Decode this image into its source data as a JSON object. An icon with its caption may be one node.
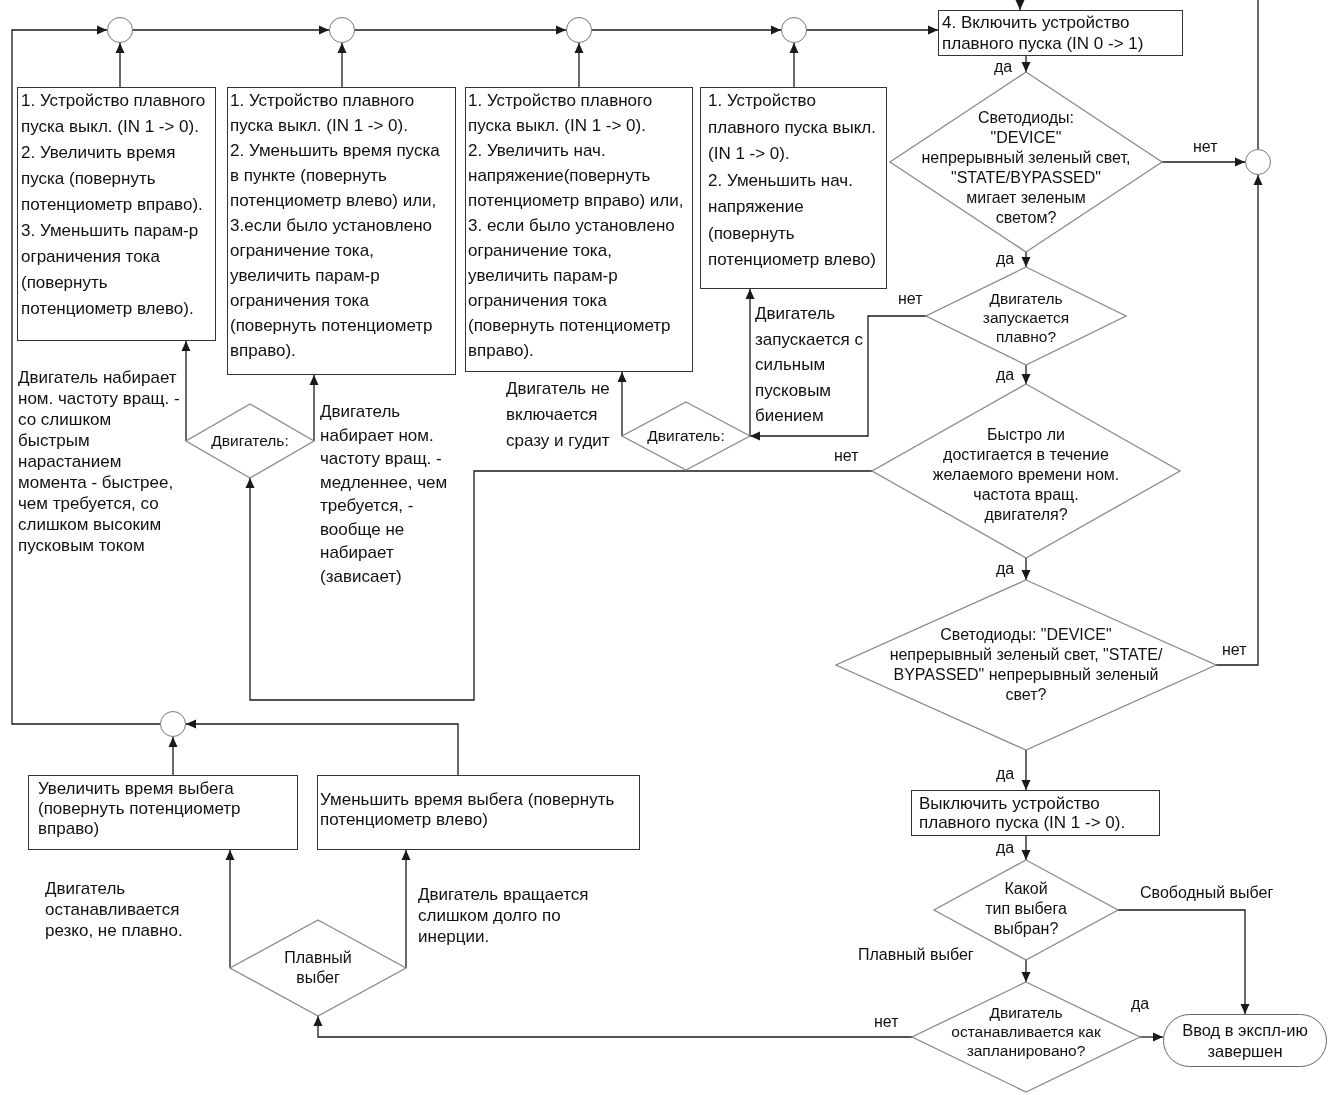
{
  "diagram": {
    "nodes": [
      {
        "text": [],
        "shape": "circle"
      },
      {
        "text": [],
        "shape": "circle"
      },
      {
        "text": [],
        "shape": "circle"
      },
      {
        "text": [],
        "shape": "circle"
      },
      {
        "text": [
          "4. Включить устройство плавного пуска (IN 0 -> 1)"
        ]
      },
      {
        "text": [
          "1. Устройство плавного пуска выкл. (IN 1 -> 0).",
          "2. Увеличить время пуска (повернуть потенциометр вправо).",
          "3. Уменьшить парам-р ограничения тока (повернуть потенциометр влево)."
        ]
      },
      {
        "text": [
          "1. Устройство плавного пуска выкл. (IN 1 -> 0).",
          "2. Уменьшить время пуска в пункте (повернуть потенциометр влево) или,",
          "3.если было установлено ограничение тока, увеличить парам-р ограничения тока (повернуть потенциометр вправо)."
        ]
      },
      {
        "text": [
          "1. Устройство плавного пуска выкл. (IN 1 -> 0).",
          "2. Увеличить нач. напряжение(повернуть потенциометр вправо) или,",
          "3. если было установлено ограничение тока, увеличить парам-р ограничения тока (повернуть потенциометр вправо)."
        ]
      },
      {
        "text": [
          "1. Устройство плавного пуска выкл. (IN 1 -> 0).",
          "2. Уменьшить нач. напряжение (повернуть потенциометр влево)"
        ]
      },
      {
        "text": [
          "Светодиоды: \"DEVICE\" непрерывный зеленый свет, \"STATE/BYPASSED\" мигает зеленым светом?"
        ]
      },
      {
        "text": [],
        "shape": "circle"
      },
      {
        "text": [
          "Двигатель запускается плавно?"
        ]
      },
      {
        "text": [
          "Двигатель:"
        ]
      },
      {
        "text": [
          "Двигатель:"
        ]
      },
      {
        "text": [
          "Быстро ли достигается в течение желаемого времени ном. частота вращ. двигателя?"
        ]
      },
      {
        "text": [
          "Светодиоды: \"DEVICE\" непрерывный зеленый свет, \"STATE/ BYPASSED\" непрерывный зеленый свет?"
        ]
      },
      {
        "text": [],
        "shape": "circle"
      },
      {
        "text": [
          "Увеличить время выбега (повернуть потенциометр вправо)"
        ]
      },
      {
        "text": [
          "Уменьшить время выбега (повернуть потенциометр влево)"
        ]
      },
      {
        "text": [
          "Выключить устройство плавного пуска (IN 1 -> 0)."
        ]
      },
      {
        "text": [
          "Какой тип выбега выбран?"
        ]
      },
      {
        "text": [
          "Плавный выбег"
        ]
      },
      {
        "text": [
          "Двигатель останавливается как запланировано?"
        ]
      },
      {
        "text": [
          "Ввод в экспл-ию завершен"
        ]
      }
    ],
    "edges": [
      {
        "from": null,
        "to": 4,
        "arrow": "to"
      },
      {
        "from": 10,
        "to": null,
        "arrow": "none"
      },
      {
        "from": 0,
        "to": 1,
        "arrow": "to"
      },
      {
        "from": 1,
        "to": 2,
        "arrow": "to"
      },
      {
        "from": 2,
        "to": 3,
        "arrow": "to"
      },
      {
        "from": 3,
        "to": 4,
        "arrow": "to"
      },
      {
        "from": 5,
        "to": 0,
        "arrow": "to"
      },
      {
        "from": 6,
        "to": 1,
        "arrow": "to"
      },
      {
        "from": 7,
        "to": 2,
        "arrow": "to"
      },
      {
        "from": 8,
        "to": 3,
        "arrow": "to"
      },
      {
        "from": 4,
        "to": 9,
        "arrow": "to",
        "label": "да"
      },
      {
        "from": 9,
        "to": 10,
        "arrow": "to",
        "label": "нет"
      },
      {
        "from": 9,
        "to": 11,
        "arrow": "to",
        "label": "да"
      },
      {
        "from": 11,
        "to": 13,
        "arrow": "to",
        "label": "нет"
      },
      {
        "from": 11,
        "to": 14,
        "arrow": "to",
        "label": "да"
      },
      {
        "from": 12,
        "to": 5,
        "arrow": "to",
        "label": "Двигатель набирает ном. частоту вращ. - со слишком быстрым нарастанием момента - быстрее, чем требуется, со слишком высоким пусковым током"
      },
      {
        "from": 12,
        "to": 6,
        "arrow": "to",
        "label": "Двигатель набирает ном. частоту вращ. - медленнее, чем требуется, - вообще не набирает (зависает)"
      },
      {
        "from": 13,
        "to": 7,
        "arrow": "to",
        "label": "Двигатель не включается сразу и гудит"
      },
      {
        "from": 13,
        "to": 8,
        "arrow": "to",
        "label": "Двигатель запускается с сильным пусковым биением"
      },
      {
        "from": 14,
        "to": 12,
        "arrow": "to",
        "label": "нет"
      },
      {
        "from": 14,
        "to": 15,
        "arrow": "to",
        "label": "да"
      },
      {
        "from": 15,
        "to": 10,
        "arrow": "to",
        "label": "нет"
      },
      {
        "from": 15,
        "to": 19,
        "arrow": "to",
        "label": "да"
      },
      {
        "from": 16,
        "to": 0,
        "arrow": "to"
      },
      {
        "from": 17,
        "to": 16,
        "arrow": "to"
      },
      {
        "from": 18,
        "to": 16,
        "arrow": "to"
      },
      {
        "from": 19,
        "to": 20,
        "arrow": "to",
        "label": "да"
      },
      {
        "from": 20,
        "to": 23,
        "arrow": "to",
        "label": "Свободный выбег"
      },
      {
        "from": 20,
        "to": 22,
        "arrow": "to",
        "label": "Плавный выбег"
      },
      {
        "from": 21,
        "to": 17,
        "arrow": "to",
        "label": "Двигатель останавливается резко, не плавно."
      },
      {
        "from": 21,
        "to": 18,
        "arrow": "to",
        "label": "Двигатель вращается слишком долго по инерции."
      },
      {
        "from": 22,
        "to": 23,
        "arrow": "to",
        "label": "да"
      },
      {
        "from": 22,
        "to": 21,
        "arrow": "to",
        "label": "нет"
      }
    ]
  }
}
